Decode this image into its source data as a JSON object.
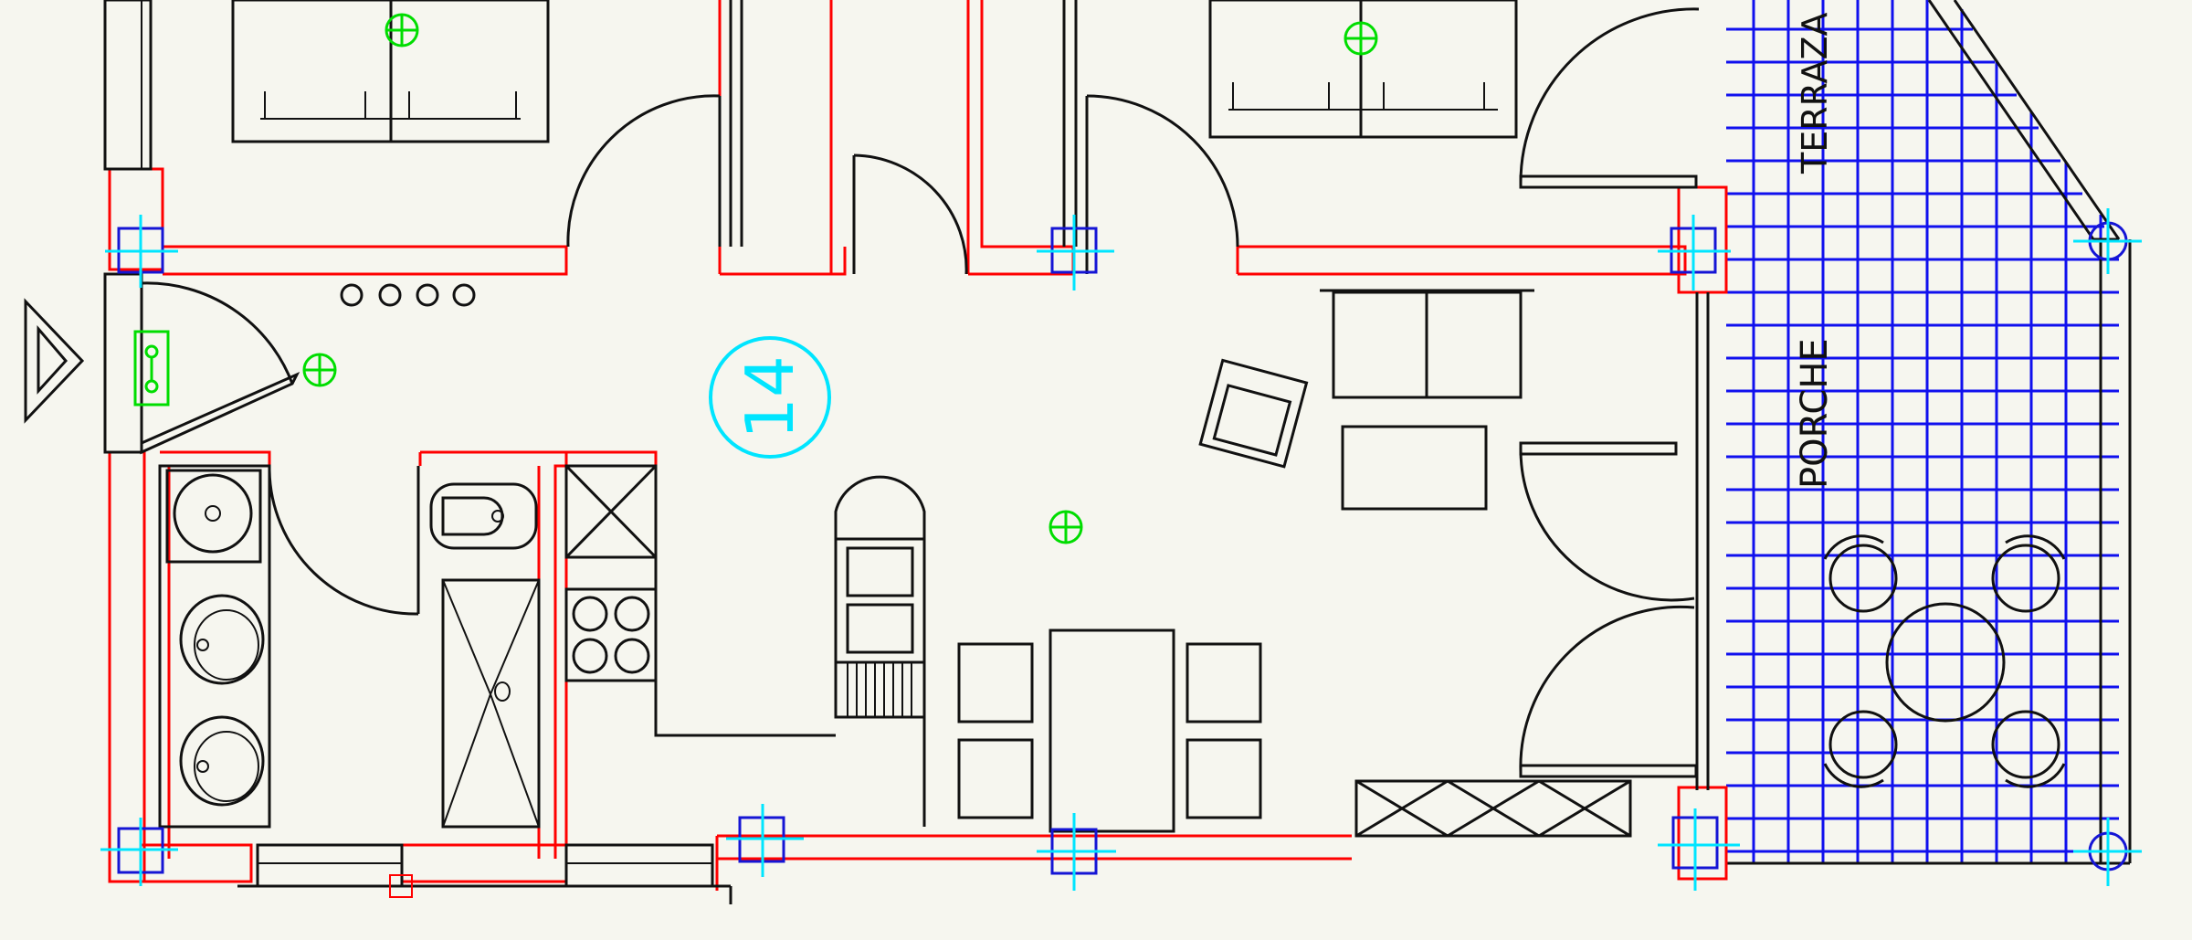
{
  "room_number": "14",
  "labels": {
    "terrace": "TERRAZA",
    "porch": "PORCHE"
  },
  "colors": {
    "background": "#f6f6ef",
    "walls": "#ff0000",
    "linework": "#111111",
    "tile_grid": "#1010ee",
    "room_tag": "#00e5ff",
    "light_points": "#00dd00"
  },
  "icons": {
    "entrance": "entrance-arrow-icon",
    "light_point": "light-point-icon",
    "column_marker": "column-marker-icon"
  }
}
